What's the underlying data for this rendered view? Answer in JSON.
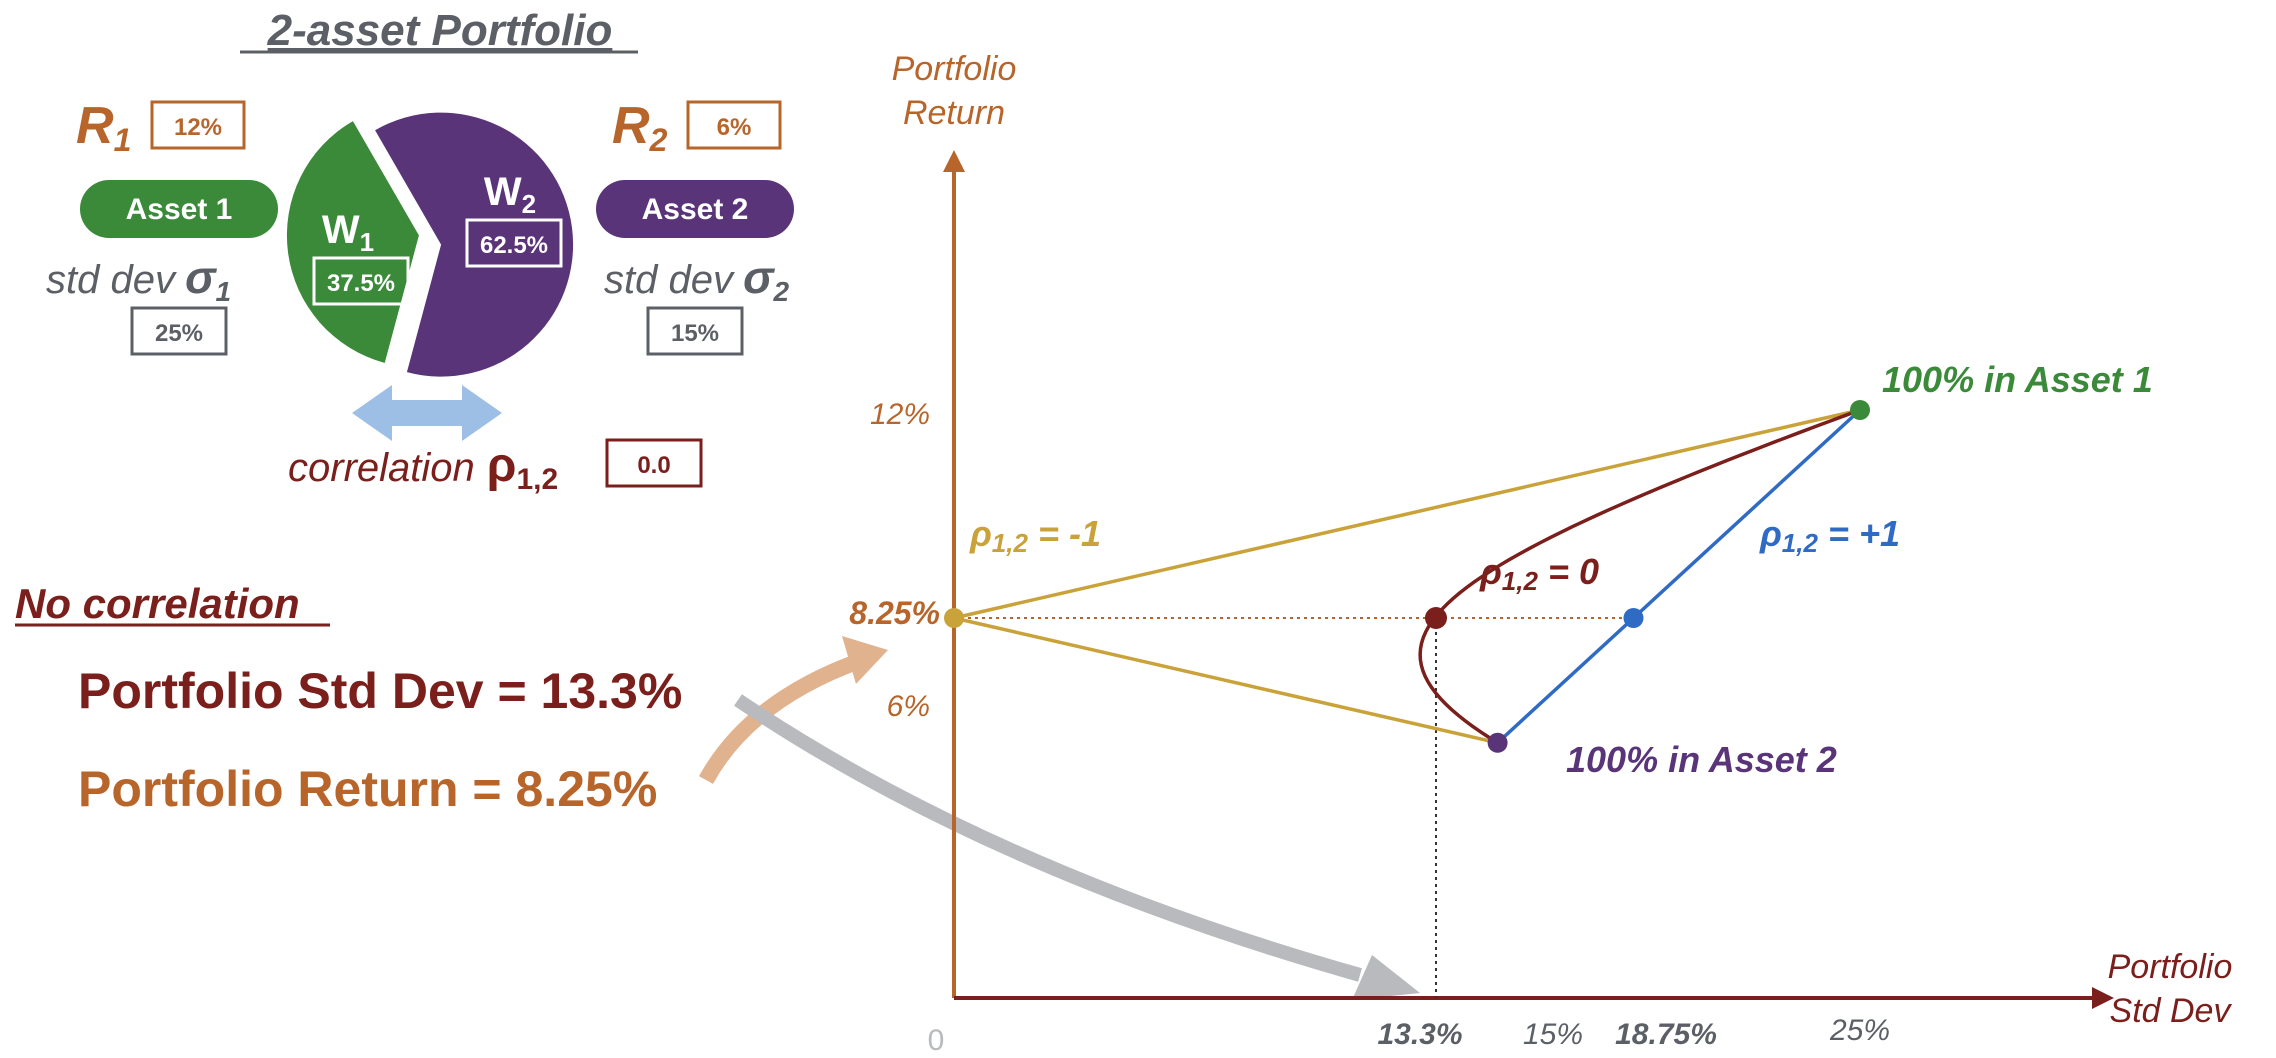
{
  "header": {
    "title": "2-asset Portfolio"
  },
  "inputs": {
    "r1_symbol": "R",
    "r1_sub": "1",
    "r1_value": "12%",
    "r2_symbol": "R",
    "r2_sub": "2",
    "r2_value": "6%",
    "asset1_label": "Asset 1",
    "asset2_label": "Asset 2",
    "std1_prefix": "std dev",
    "std1_symbol": "σ",
    "std1_sub": "1",
    "std1_value": "25%",
    "std2_prefix": "std dev",
    "std2_symbol": "σ",
    "std2_sub": "2",
    "std2_value": "15%",
    "w1_symbol": "W",
    "w1_sub": "1",
    "w1_value": "37.5%",
    "w2_symbol": "W",
    "w2_sub": "2",
    "w2_value": "62.5%",
    "corr_prefix": "correlation",
    "corr_symbol": "ρ",
    "corr_sub": "1,2",
    "corr_value": "0.0"
  },
  "pie": {
    "w1_fraction": 0.375,
    "w2_fraction": 0.625,
    "w1_color": "#3b8a3a",
    "w2_color": "#5a3479"
  },
  "results": {
    "heading": "No correlation",
    "std_line": "Portfolio Std Dev = 13.3%",
    "return_line": "Portfolio Return = 8.25%"
  },
  "chart": {
    "y_label_line1": "Portfolio",
    "y_label_line2": "Return",
    "x_label_line1": "Portfolio",
    "x_label_line2": "Std Dev",
    "origin_label": "0",
    "y_ticks": [
      "12%",
      "8.25%",
      "6%"
    ],
    "x_ticks": [
      "13.3%",
      "15%",
      "18.75%",
      "25%"
    ],
    "label_asset1": "100% in Asset 1",
    "label_asset2": "100% in Asset 2",
    "rho_symbol": "ρ",
    "rho_sub": "1,2",
    "rho_neg_suffix": " = -1",
    "rho_zero_suffix": " = 0",
    "rho_pos_suffix": " = +1"
  },
  "colors": {
    "asset1": "#3b8a3a",
    "asset2": "#5a3479",
    "return": "#b8652b",
    "std": "#7a1f1b",
    "rho_neg": "#c9a23a",
    "rho_pos": "#2f6bc4",
    "gray": "#5c6066"
  },
  "chart_data": {
    "type": "line",
    "xlabel": "Portfolio Std Dev",
    "ylabel": "Portfolio Return",
    "series": [
      {
        "name": "ρ1,2 = -1",
        "points": [
          [
            25,
            12
          ],
          [
            0,
            8.25
          ],
          [
            15,
            6
          ]
        ]
      },
      {
        "name": "ρ1,2 = 0",
        "points": [
          [
            25,
            12
          ],
          [
            13.3,
            8.25
          ],
          [
            15,
            6
          ]
        ]
      },
      {
        "name": "ρ1,2 = +1",
        "points": [
          [
            25,
            12
          ],
          [
            18.75,
            8.25
          ],
          [
            15,
            6
          ]
        ]
      }
    ],
    "highlighted_point": [
      13.3,
      8.25
    ]
  }
}
